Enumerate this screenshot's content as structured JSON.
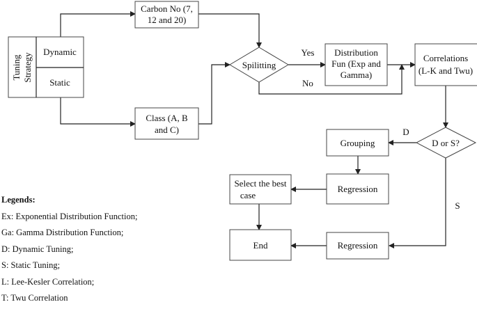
{
  "tuning": {
    "title_line1": "Tuning",
    "title_line2": "Strategy",
    "dynamic": "Dynamic",
    "static": "Static"
  },
  "nodes": {
    "carbon_no": [
      "Carbon No (7,",
      "12 and 20)"
    ],
    "class": [
      "Class (A, B",
      "and C)"
    ],
    "splitting": "Spilitting",
    "distribution": [
      "Distribution",
      "Fun (Exp and",
      "Gamma)"
    ],
    "correlations": [
      "Correlations",
      "(L-K and Twu)"
    ],
    "d_or_s": "D or S?",
    "grouping": "Grouping",
    "regression_top": "Regression",
    "regression_bottom": "Regression",
    "select_best": [
      "Select the best",
      "case"
    ],
    "end": "End"
  },
  "edge_labels": {
    "yes": "Yes",
    "no": "No",
    "d": "D",
    "s": "S"
  },
  "legend": {
    "title": "Legends:",
    "items": [
      "Ex: Exponential Distribution Function;",
      "Ga: Gamma Distribution Function;",
      "D: Dynamic Tuning;",
      "S: Static Tuning;",
      "L: Lee-Kesler Correlation;",
      "T: Twu Correlation"
    ]
  }
}
